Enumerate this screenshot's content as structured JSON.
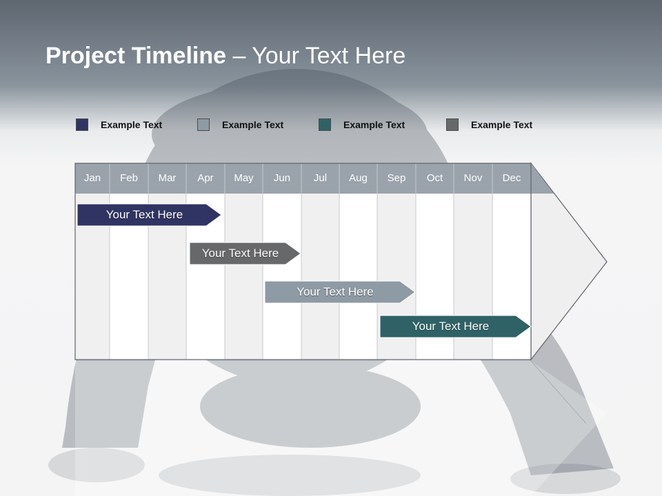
{
  "title": {
    "bold": "Project Timeline",
    "rest": " – Your Text Here"
  },
  "legend": [
    {
      "label": "Example Text",
      "color": "#303463"
    },
    {
      "label": "Example Text",
      "color": "#8e9aa4"
    },
    {
      "label": "Example Text",
      "color": "#2f6266"
    },
    {
      "label": "Example Text",
      "color": "#67686a"
    }
  ],
  "months": [
    "Jan",
    "Feb",
    "Mar",
    "Apr",
    "May",
    "Jun",
    "Jul",
    "Aug",
    "Sep",
    "Oct",
    "Nov",
    "Dec"
  ],
  "tasks": [
    {
      "label": "Your  Text Here",
      "start": "Jan",
      "end": "Apr",
      "color": "#303463"
    },
    {
      "label": "Your  Text Here",
      "start": "Apr",
      "end": "Jun",
      "color": "#67686a"
    },
    {
      "label": "Your  Text Here",
      "start": "Jun",
      "end": "Sep",
      "color": "#8e9aa4"
    },
    {
      "label": "Your  Text Here",
      "start": "Sep",
      "end": "Dec",
      "color": "#2f6266"
    }
  ],
  "colors": {
    "header": "#9aa3ab",
    "title_text": "#ffffff"
  }
}
